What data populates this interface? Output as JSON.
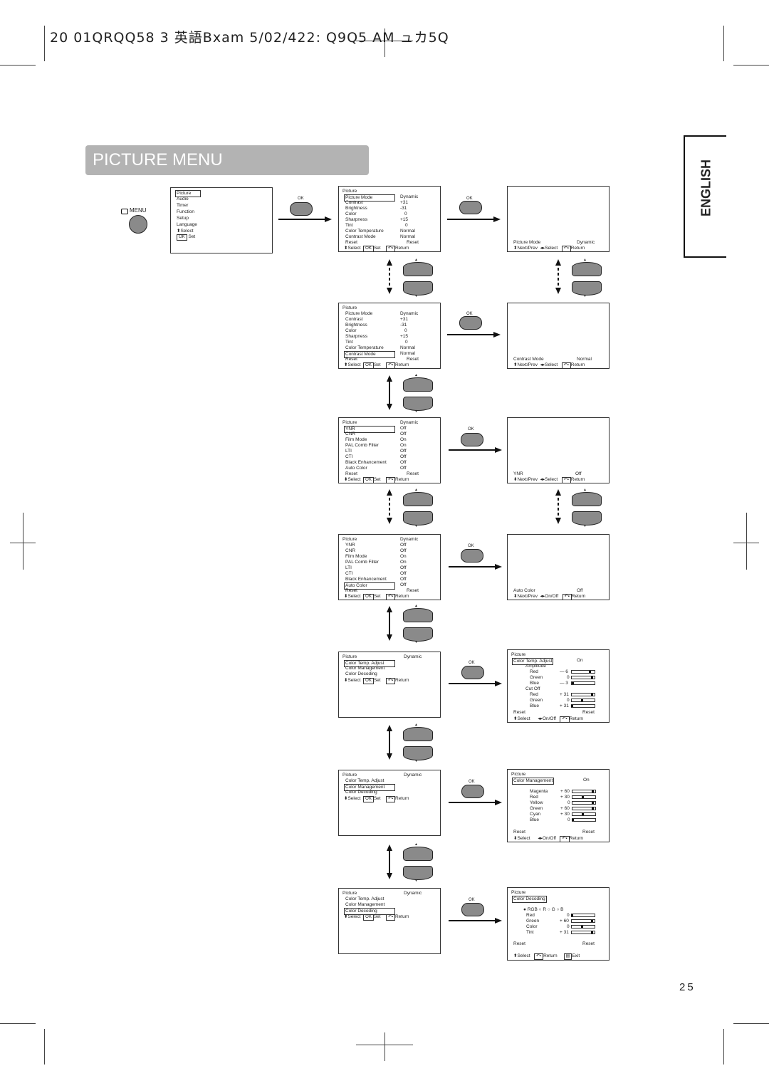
{
  "header": {
    "text": "20  01QRQQ58 3 英語Bxam  5/02/422:  Q9Q5 AM  ュカ5Q"
  },
  "title": "PICTURE MENU",
  "language_tab": "ENGLISH",
  "page_number": "25",
  "menu_button_label": "MENU",
  "ok_label": "OK",
  "main_menu": {
    "items": [
      "Picture",
      "Audio",
      "Timer",
      "Function",
      "Setup",
      "Language"
    ],
    "select": "Select",
    "ok": "OK",
    "set": "Set"
  },
  "common": {
    "select": "Select",
    "set": "Set",
    "ok": "OK",
    "return": "Return",
    "next_prev": "Next/Prev",
    "on_off": "On/Off",
    "exit": "Exit",
    "reset": "Reset",
    "picture": "Picture"
  },
  "picture_menu_1": {
    "rows": [
      {
        "label": "Picture Mode",
        "value": "Dynamic"
      },
      {
        "label": "Contrast",
        "value": "+31"
      },
      {
        "label": "Brightness",
        "value": "-31"
      },
      {
        "label": "Color",
        "value": "0"
      },
      {
        "label": "Sharpness",
        "value": "+15"
      },
      {
        "label": "Tint",
        "value": "0"
      },
      {
        "label": "Color Temperature",
        "value": "Normal"
      },
      {
        "label": "Contrast Mode",
        "value": "Normal"
      },
      {
        "label": "Reset",
        "value": "Reset"
      }
    ]
  },
  "sub_picture_mode": {
    "label": "Picture Mode",
    "value": "Dynamic"
  },
  "sub_contrast_mode": {
    "label": "Contrast Mode",
    "value": "Normal"
  },
  "picture_menu_3": {
    "head_value": "Dynamic",
    "rows": [
      {
        "label": "YNR",
        "value": "Off"
      },
      {
        "label": "CNR",
        "value": "Off"
      },
      {
        "label": "Film Mode",
        "value": "On"
      },
      {
        "label": "PAL Comb Filter",
        "value": "On"
      },
      {
        "label": "LTI",
        "value": "Off"
      },
      {
        "label": "CTI",
        "value": "Off"
      },
      {
        "label": "Black Enhancement",
        "value": "Off"
      },
      {
        "label": "Auto Color",
        "value": "Off"
      },
      {
        "label": "Reset",
        "value": "Reset"
      }
    ]
  },
  "sub_ynr": {
    "label": "YNR",
    "value": "Off"
  },
  "sub_auto_color": {
    "label": "Auto Color",
    "value": "Off"
  },
  "picture_menu_5": {
    "head_value": "Dynamic",
    "rows": [
      "Color Temp. Adjust",
      "Color Management",
      "Color Decoding"
    ]
  },
  "color_temp_screen": {
    "title": "Color Temp. Adjust",
    "state": "On",
    "amplitude": "Amplitude",
    "amp_rows": [
      {
        "label": "Red",
        "value": "— 6",
        "level": 0.85
      },
      {
        "label": "Green",
        "value": "0",
        "level": 0.95
      },
      {
        "label": "Blue",
        "value": "— 3",
        "level": 0.1
      }
    ],
    "cutoff": "Cut Off",
    "cut_rows": [
      {
        "label": "Red",
        "value": "+ 31",
        "level": 0.95
      },
      {
        "label": "Green",
        "value": "0",
        "level": 0.5
      },
      {
        "label": "Blue",
        "value": "+ 31",
        "level": 0.05
      }
    ]
  },
  "color_mgmt_screen": {
    "title": "Color Management",
    "state": "On",
    "rows": [
      {
        "label": "Magenta",
        "value": "+ 60",
        "level": 0.95
      },
      {
        "label": "Red",
        "value": "+ 30",
        "level": 0.5
      },
      {
        "label": "Yellow",
        "value": "0",
        "level": 0.95
      },
      {
        "label": "Green",
        "value": "+ 60",
        "level": 0.95
      },
      {
        "label": "Cyan",
        "value": "+ 30",
        "level": 0.5
      },
      {
        "label": "Blue",
        "value": "0",
        "level": 0.05
      }
    ]
  },
  "color_decoding_screen": {
    "title": "Color Decoding",
    "modes": "● RGB  ○  R  ○  G  ○  B",
    "rows": [
      {
        "label": "Red",
        "value": "0",
        "level": 0.05
      },
      {
        "label": "Green",
        "value": "+ 60",
        "level": 0.95
      },
      {
        "label": "Color",
        "value": "0",
        "level": 0.5
      },
      {
        "label": "Tint",
        "value": "+ 31",
        "level": 0.95
      }
    ]
  }
}
